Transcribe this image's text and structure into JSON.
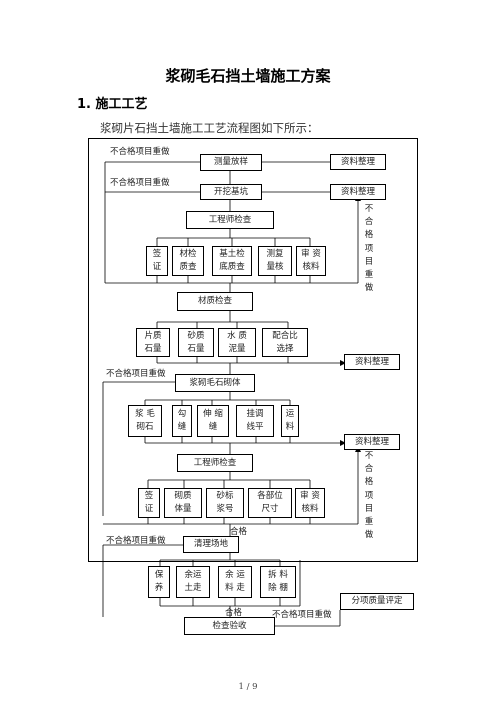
{
  "title": "浆砌毛石挡土墙施工方案",
  "section_heading": "1. 施工工艺",
  "intro": "浆砌片石挡土墙施工工艺流程图如下所示：",
  "flow": {
    "survey": "测量放样",
    "excavate": "开挖基坑",
    "engineer_check_1": "工程师检查",
    "group1": [
      "签\n证",
      "材检\n质查",
      "基土检\n底质查",
      "测复\n量核",
      "审  资\n核料"
    ],
    "material_check": "材质检查",
    "group2": [
      "片质\n石量",
      "砂质\n石量",
      "水  质\n泥量",
      "配合比\n选择"
    ],
    "masonry": "浆砌毛石砌体",
    "group3": [
      "浆  毛\n砌石",
      "勾\n缝",
      "伸  缩\n缝",
      "挂调\n线平",
      "运\n料"
    ],
    "engineer_check_2": "工程师检查",
    "group4": [
      "签\n证",
      "砌质\n体量",
      "砂标\n浆号",
      "各部位\n尺寸",
      "审  资\n核料"
    ],
    "clean_site": "清理场地",
    "group5": [
      "保\n养",
      "余运\n土走",
      "余  运\n料  走",
      "拆  料\n除  棚"
    ],
    "final_check": "检查验收",
    "data_org": "资料整理",
    "quality_eval": "分项质量评定",
    "redo": "不合格项目重做",
    "pass": "合格",
    "redo_vertical": "不合格项目重做"
  },
  "footer": "1 / 9"
}
